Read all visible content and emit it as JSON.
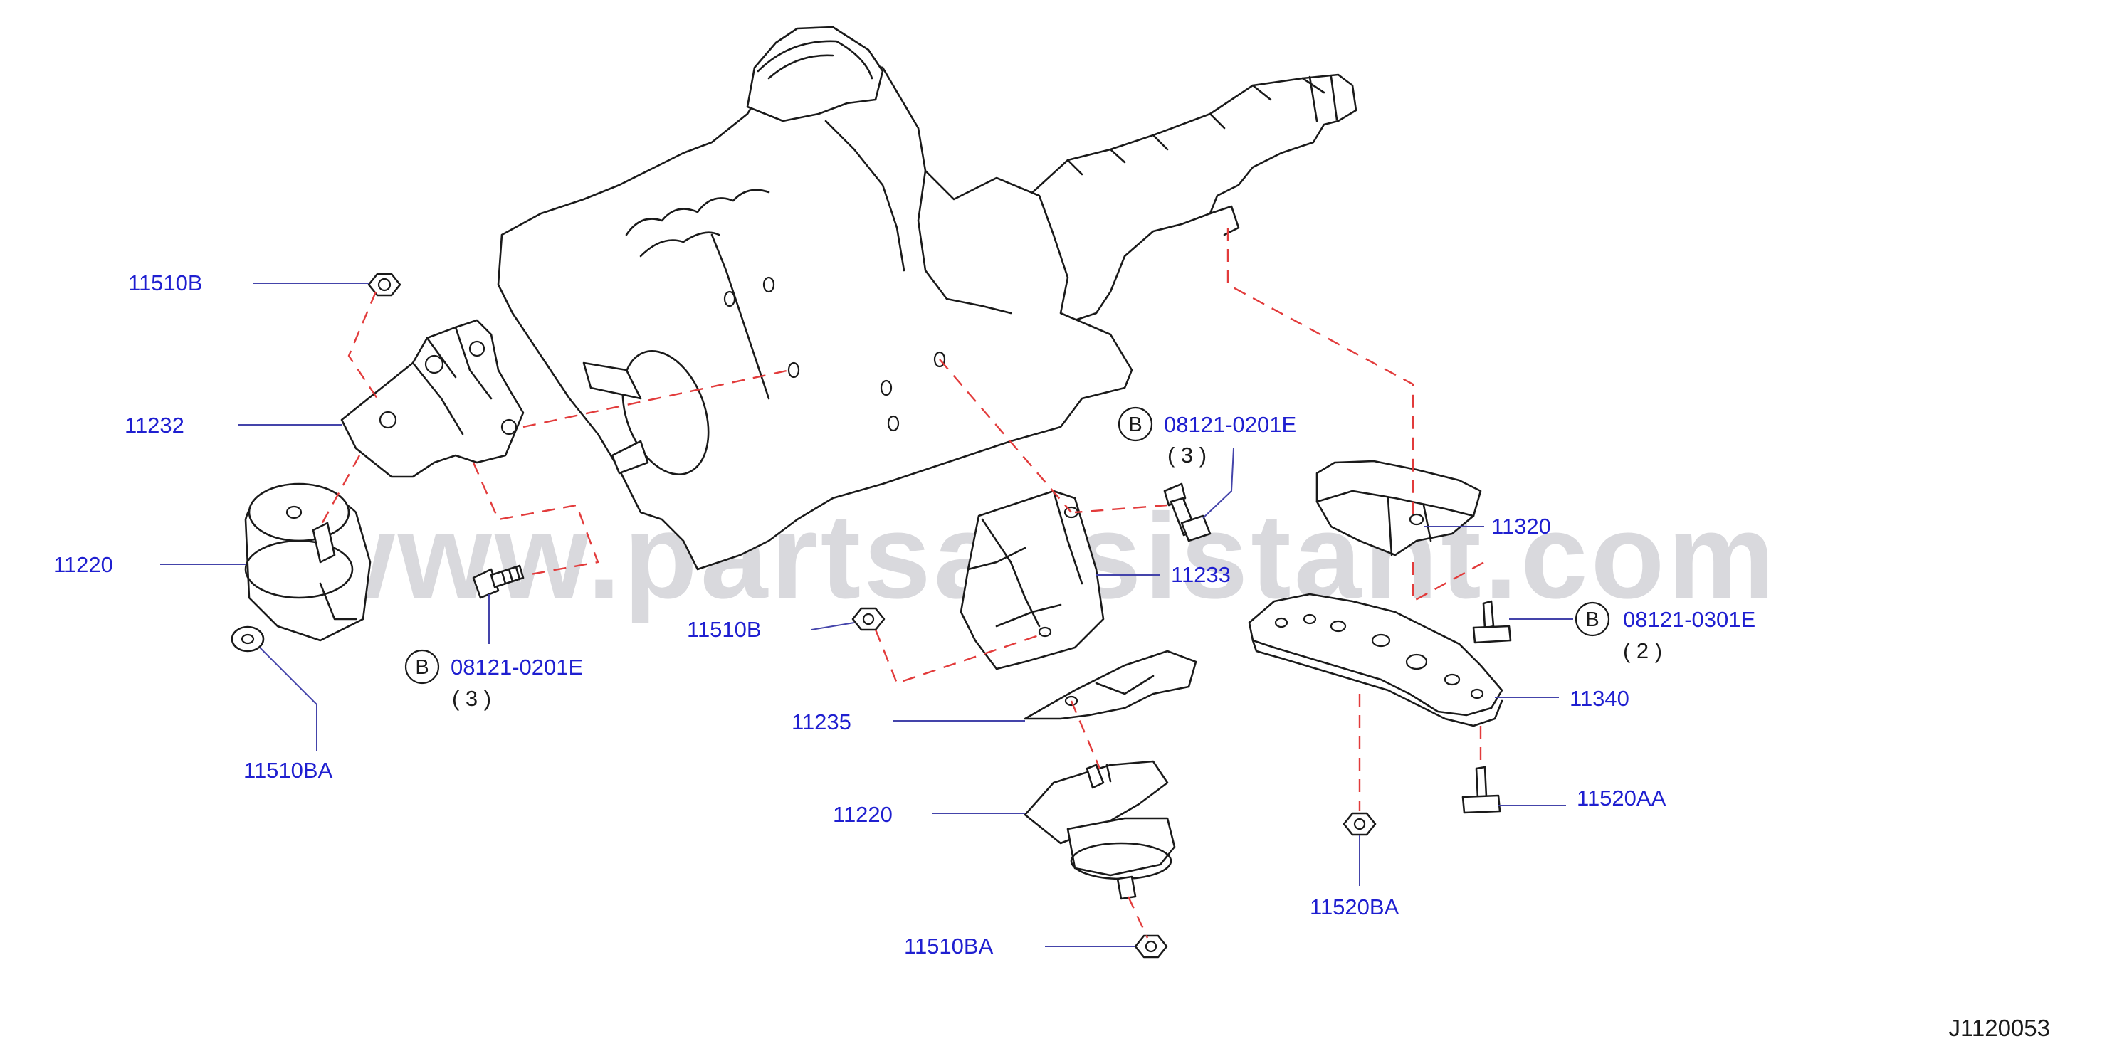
{
  "diagram_id": "J1120053",
  "watermark": "www.partsassistant.com",
  "colors": {
    "callout_text": "#1f1fd0",
    "leader_line": "#4444aa",
    "dash_line": "#e23b3b",
    "part_stroke": "#1a1a1a",
    "watermark": "#d9d9dd",
    "badge_stroke": "#1a1a1a"
  },
  "callouts": {
    "c_11510B_top": "11510B",
    "c_11232": "11232",
    "c_11220_left": "11220",
    "c_11510BA_left": "11510BA",
    "c_08121_0201E_left": "08121-0201E",
    "c_08121_0201E_mid": "08121-0201E",
    "c_11233": "11233",
    "c_11510B_mid": "11510B",
    "c_11235": "11235",
    "c_11220_center": "11220",
    "c_11510BA_bottom": "11510BA",
    "c_11320": "11320",
    "c_08121_0301E": "08121-0301E",
    "c_11340": "11340",
    "c_11520AA": "11520AA",
    "c_11520BA": "11520BA"
  },
  "badges": {
    "badge_left": "B",
    "badge_mid": "B",
    "badge_right": "B"
  },
  "quantities": {
    "qty_left": "( 3 )",
    "qty_mid": "( 3 )",
    "qty_right": "( 2 )"
  }
}
